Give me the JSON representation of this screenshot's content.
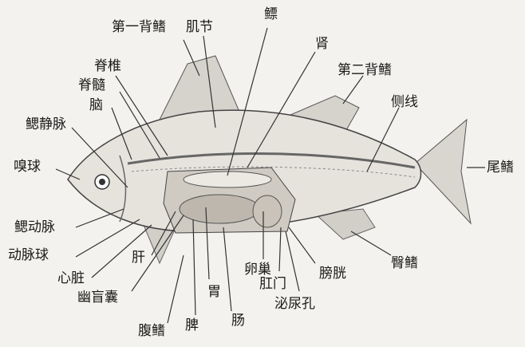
{
  "labels": {
    "dorsal_fin_1": "第一背鳍",
    "myomere": "肌节",
    "swim_bladder": "鳔",
    "vertebra": "脊椎",
    "kidney": "肾",
    "dorsal_fin_2": "第二背鳍",
    "spinal_cord": "脊髓",
    "brain": "脑",
    "lateral_line": "侧线",
    "gill_vein": "鳃静脉",
    "olfactory_bulb": "嗅球",
    "caudal_fin": "尾鳍",
    "gill_artery": "鳃动脉",
    "bulbus_arteriosus": "动脉球",
    "liver": "肝",
    "heart": "心脏",
    "pyloric_caeca": "幽盲囊",
    "stomach": "胃",
    "ovary": "卵巢",
    "anus": "肛门",
    "bladder": "膀胱",
    "anal_fin": "臀鳍",
    "urogenital_pore": "泌尿孔",
    "pelvic_fin": "腹鳍",
    "spleen": "脾",
    "intestine": "肠"
  }
}
